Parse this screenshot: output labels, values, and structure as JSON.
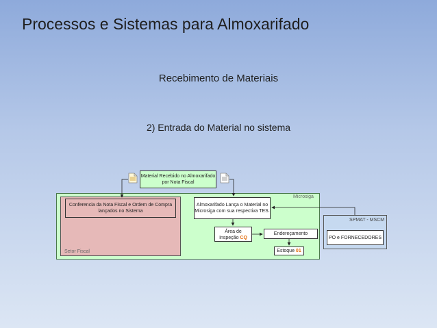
{
  "slide": {
    "title": "Processos e Sistemas para Almoxarifado",
    "heading": "Recebimento de Materiais",
    "subheading": "2) Entrada do Material no sistema"
  },
  "diagram": {
    "top_box": "Material Recebido no Almoxarifado por Nota Fiscal",
    "microsiga_label": "Microsiga",
    "setor_fiscal_label": "Setor Fiscal",
    "conferencia_box": "Conferencia da Nota Fiscal e Ordem de Compra lançados no Sistema",
    "almox_box": "Almoxarifado Lança o Material no Microsiga com sua respectiva TES.",
    "area_inspecao_prefix": "Área de Inspeção ",
    "area_inspecao_highlight": "CQ",
    "enderecamento_box": "Endereçamento",
    "estoque_prefix": "Estoque ",
    "estoque_highlight": "01",
    "spmat_label": "SPMAT - MSCM",
    "po_box": "PO e FORNECEDORES",
    "highlight_color": "#e46c0a",
    "doc_icon": "document-icon"
  }
}
